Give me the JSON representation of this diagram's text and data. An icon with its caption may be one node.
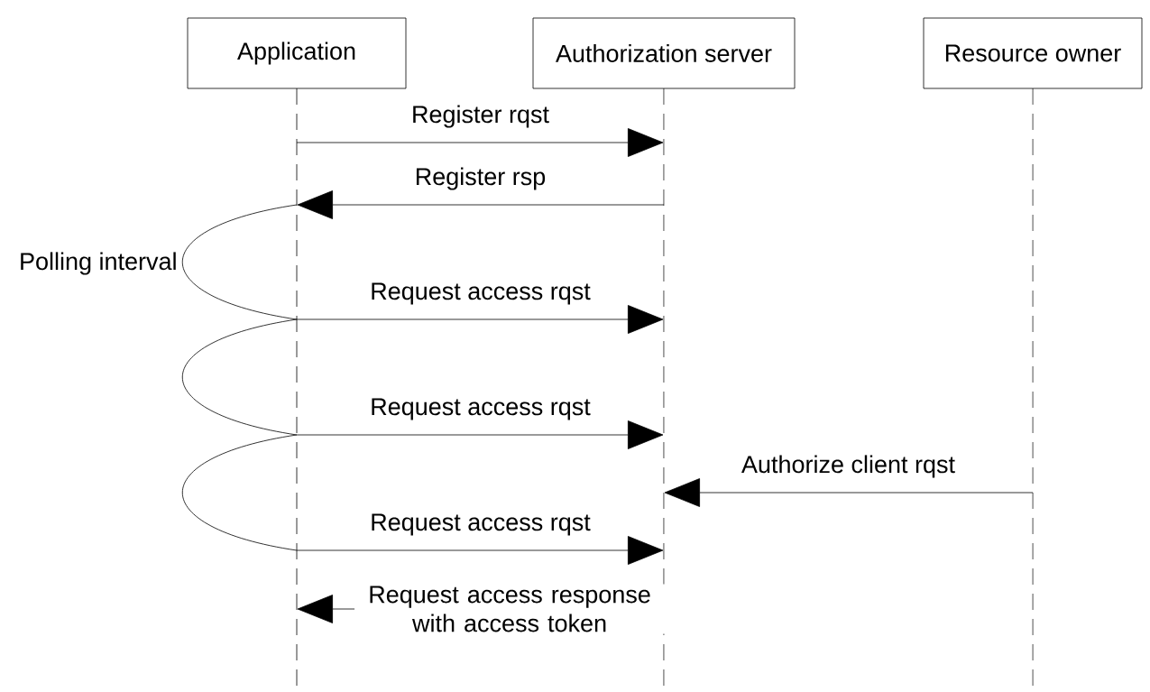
{
  "diagram": {
    "nodes": [
      {
        "text": [
          "Application"
        ]
      },
      {
        "text": [
          "Authorization server"
        ]
      },
      {
        "text": [
          "Resource owner"
        ]
      }
    ],
    "edges": [
      {
        "from": 0,
        "to": 1,
        "arrow": "to",
        "label": "Register rqst"
      },
      {
        "from": 1,
        "to": 0,
        "arrow": "to",
        "label": "Register rsp"
      },
      {
        "from": 0,
        "to": 1,
        "arrow": "to",
        "label": "Request access rqst"
      },
      {
        "from": 0,
        "to": 1,
        "arrow": "to",
        "label": "Request access rqst"
      },
      {
        "from": 2,
        "to": 1,
        "arrow": "to",
        "label": "Authorize client rqst"
      },
      {
        "from": 0,
        "to": 1,
        "arrow": "to",
        "label": "Request access rqst"
      },
      {
        "from": 1,
        "to": 0,
        "arrow": "to",
        "label": "Request access response with access token"
      }
    ],
    "labels": [
      "Polling interval"
    ]
  }
}
